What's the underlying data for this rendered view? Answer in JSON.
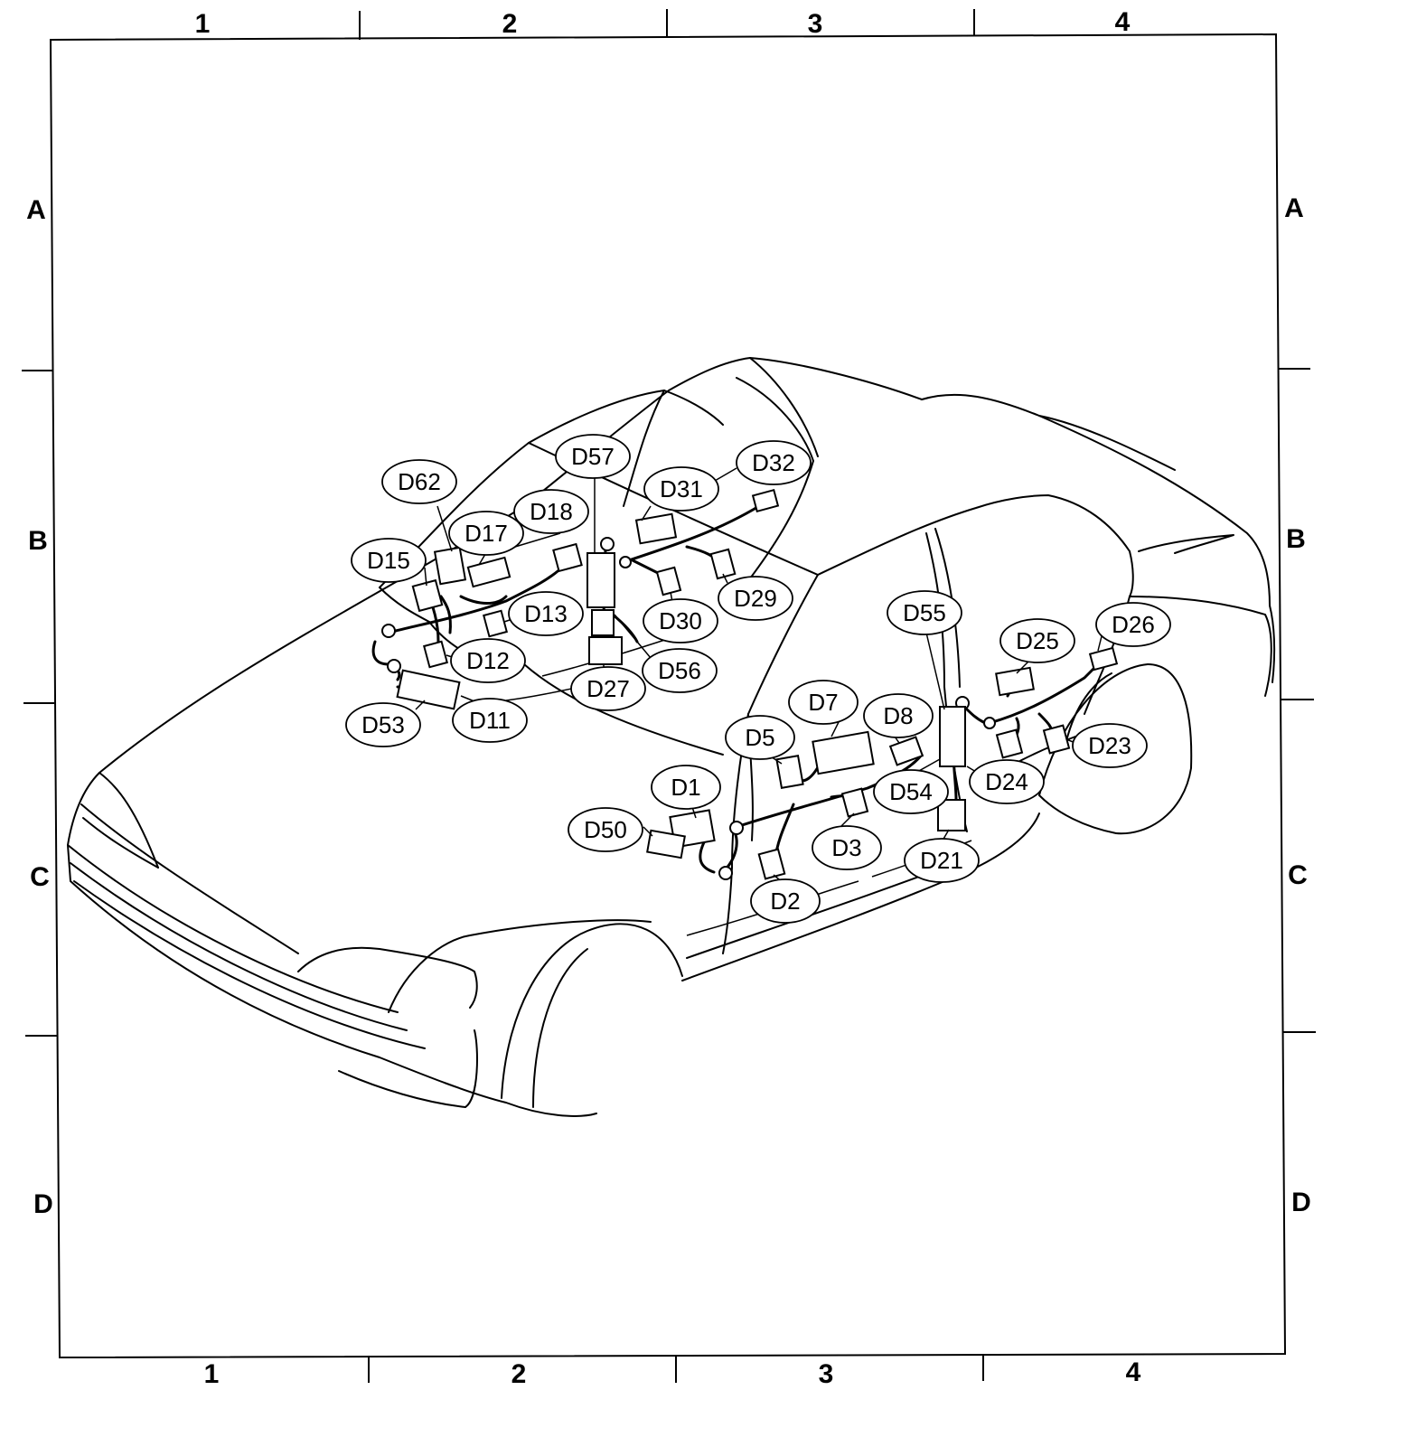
{
  "grid": {
    "columns": [
      "1",
      "2",
      "3",
      "4"
    ],
    "rows": [
      "A",
      "B",
      "C",
      "D"
    ]
  },
  "callouts": [
    {
      "id": "d62",
      "label": "D62"
    },
    {
      "id": "d57",
      "label": "D57"
    },
    {
      "id": "d32",
      "label": "D32"
    },
    {
      "id": "d31",
      "label": "D31"
    },
    {
      "id": "d18",
      "label": "D18"
    },
    {
      "id": "d17",
      "label": "D17"
    },
    {
      "id": "d15",
      "label": "D15"
    },
    {
      "id": "d13",
      "label": "D13"
    },
    {
      "id": "d29",
      "label": "D29"
    },
    {
      "id": "d30",
      "label": "D30"
    },
    {
      "id": "d12",
      "label": "D12"
    },
    {
      "id": "d56",
      "label": "D56"
    },
    {
      "id": "d27",
      "label": "D27"
    },
    {
      "id": "d53",
      "label": "D53"
    },
    {
      "id": "d11",
      "label": "D11"
    },
    {
      "id": "d55",
      "label": "D55"
    },
    {
      "id": "d26",
      "label": "D26"
    },
    {
      "id": "d25",
      "label": "D25"
    },
    {
      "id": "d7",
      "label": "D7"
    },
    {
      "id": "d8",
      "label": "D8"
    },
    {
      "id": "d5",
      "label": "D5"
    },
    {
      "id": "d23",
      "label": "D23"
    },
    {
      "id": "d24",
      "label": "D24"
    },
    {
      "id": "d54",
      "label": "D54"
    },
    {
      "id": "d1",
      "label": "D1"
    },
    {
      "id": "d50",
      "label": "D50"
    },
    {
      "id": "d3",
      "label": "D3"
    },
    {
      "id": "d21",
      "label": "D21"
    },
    {
      "id": "d2",
      "label": "D2"
    }
  ]
}
